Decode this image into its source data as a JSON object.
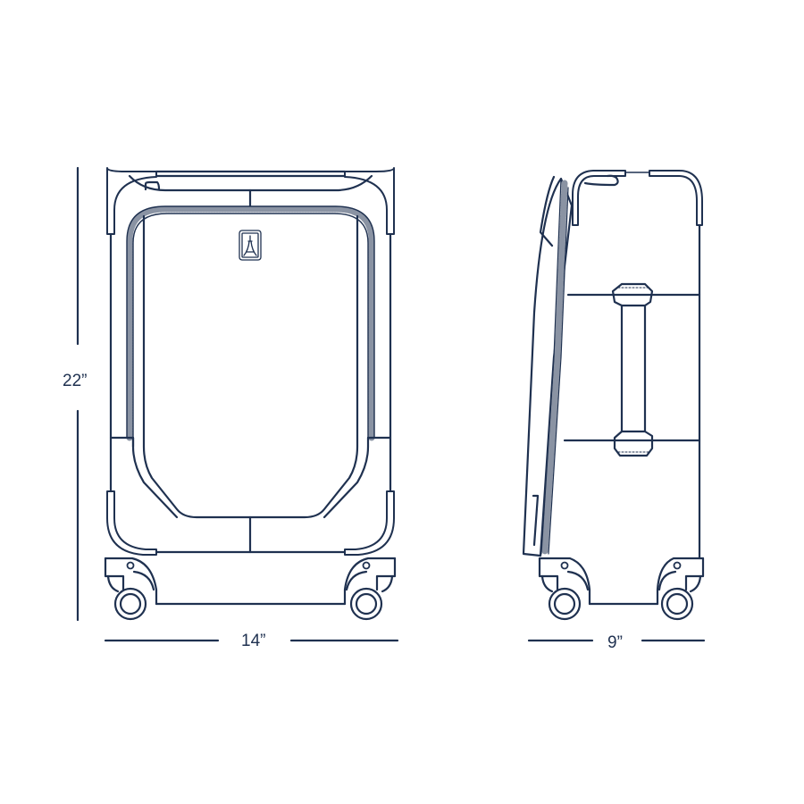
{
  "diagram": {
    "subject": "carry-on spinner suitcase dimensions",
    "line_color": "#1f3150",
    "zipper_color": "#8a93a3",
    "front_view": {
      "height_label": "22”",
      "width_label": "14”",
      "logo": "eiffel-tower-badge"
    },
    "side_view": {
      "depth_label": "9”"
    }
  }
}
